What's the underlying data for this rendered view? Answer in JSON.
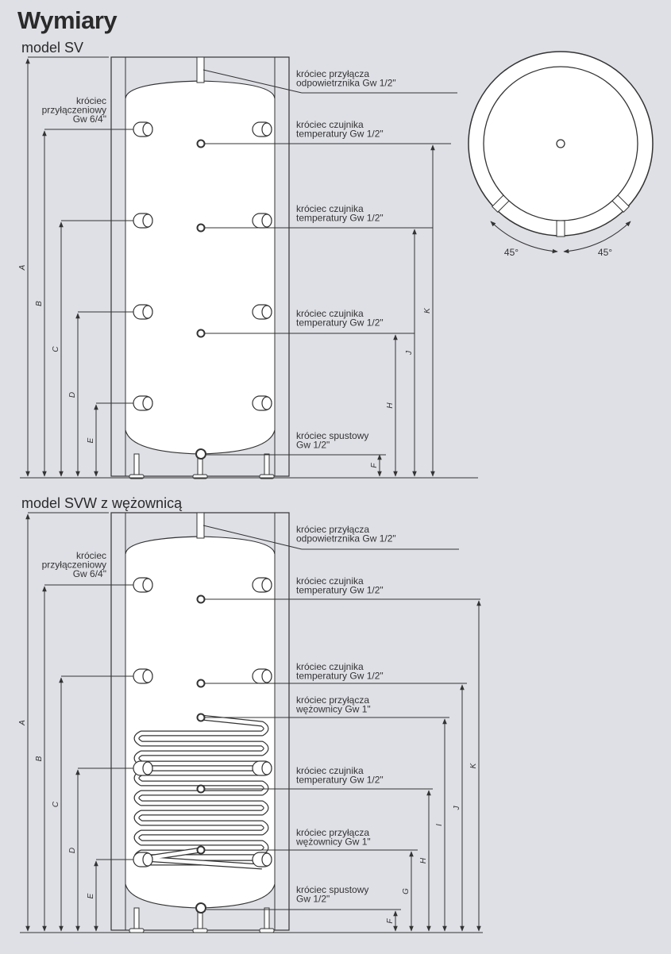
{
  "title": "Wymiary",
  "section_sv": {
    "model_label": "model SV",
    "inlet_label_lines": [
      "króciec",
      "przyłączeniowy",
      "Gw 6/4\""
    ],
    "vent_label_lines": [
      "króciec przyłącza",
      "odpowietrznika Gw 1/2\""
    ],
    "sensor_label_lines": [
      "króciec czujnika",
      "temperatury Gw 1/2\""
    ],
    "drain_label_lines": [
      "króciec spustowy",
      "Gw 1/2\""
    ],
    "dim_letters_left": [
      "A",
      "B",
      "C",
      "D",
      "E"
    ],
    "dim_letters_right": [
      "F",
      "H",
      "J",
      "K"
    ]
  },
  "section_svw": {
    "model_label": "model SVW",
    "model_suffix": " z wężownicą",
    "inlet_label_lines": [
      "króciec",
      "przyłączeniowy",
      "Gw 6/4\""
    ],
    "vent_label_lines": [
      "króciec przyłącza",
      "odpowietrznika Gw 1/2\""
    ],
    "sensor_label_lines": [
      "króciec czujnika",
      "temperatury Gw 1/2\""
    ],
    "coil_label_lines": [
      "króciec przyłącza",
      "wężownicy Gw 1\""
    ],
    "drain_label_lines": [
      "króciec spustowy",
      "Gw 1/2\""
    ],
    "dim_letters_left": [
      "A",
      "B",
      "C",
      "D",
      "E"
    ],
    "dim_letters_right": [
      "F",
      "G",
      "H",
      "I",
      "J",
      "K"
    ]
  },
  "top_view": {
    "angle_left": "45°",
    "angle_right": "45°"
  }
}
